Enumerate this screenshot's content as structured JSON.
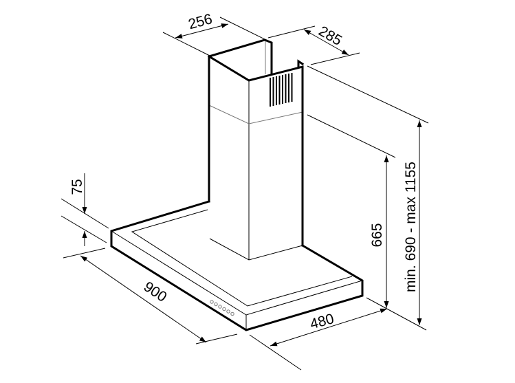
{
  "dimensions": {
    "chimney_width": "256",
    "chimney_depth": "285",
    "canopy_height": "75",
    "hood_width": "900",
    "hood_depth": "480",
    "chimney_height": "665",
    "total_height": "min. 690 - max 1155"
  },
  "colors": {
    "line": "#000000",
    "background": "#ffffff"
  }
}
